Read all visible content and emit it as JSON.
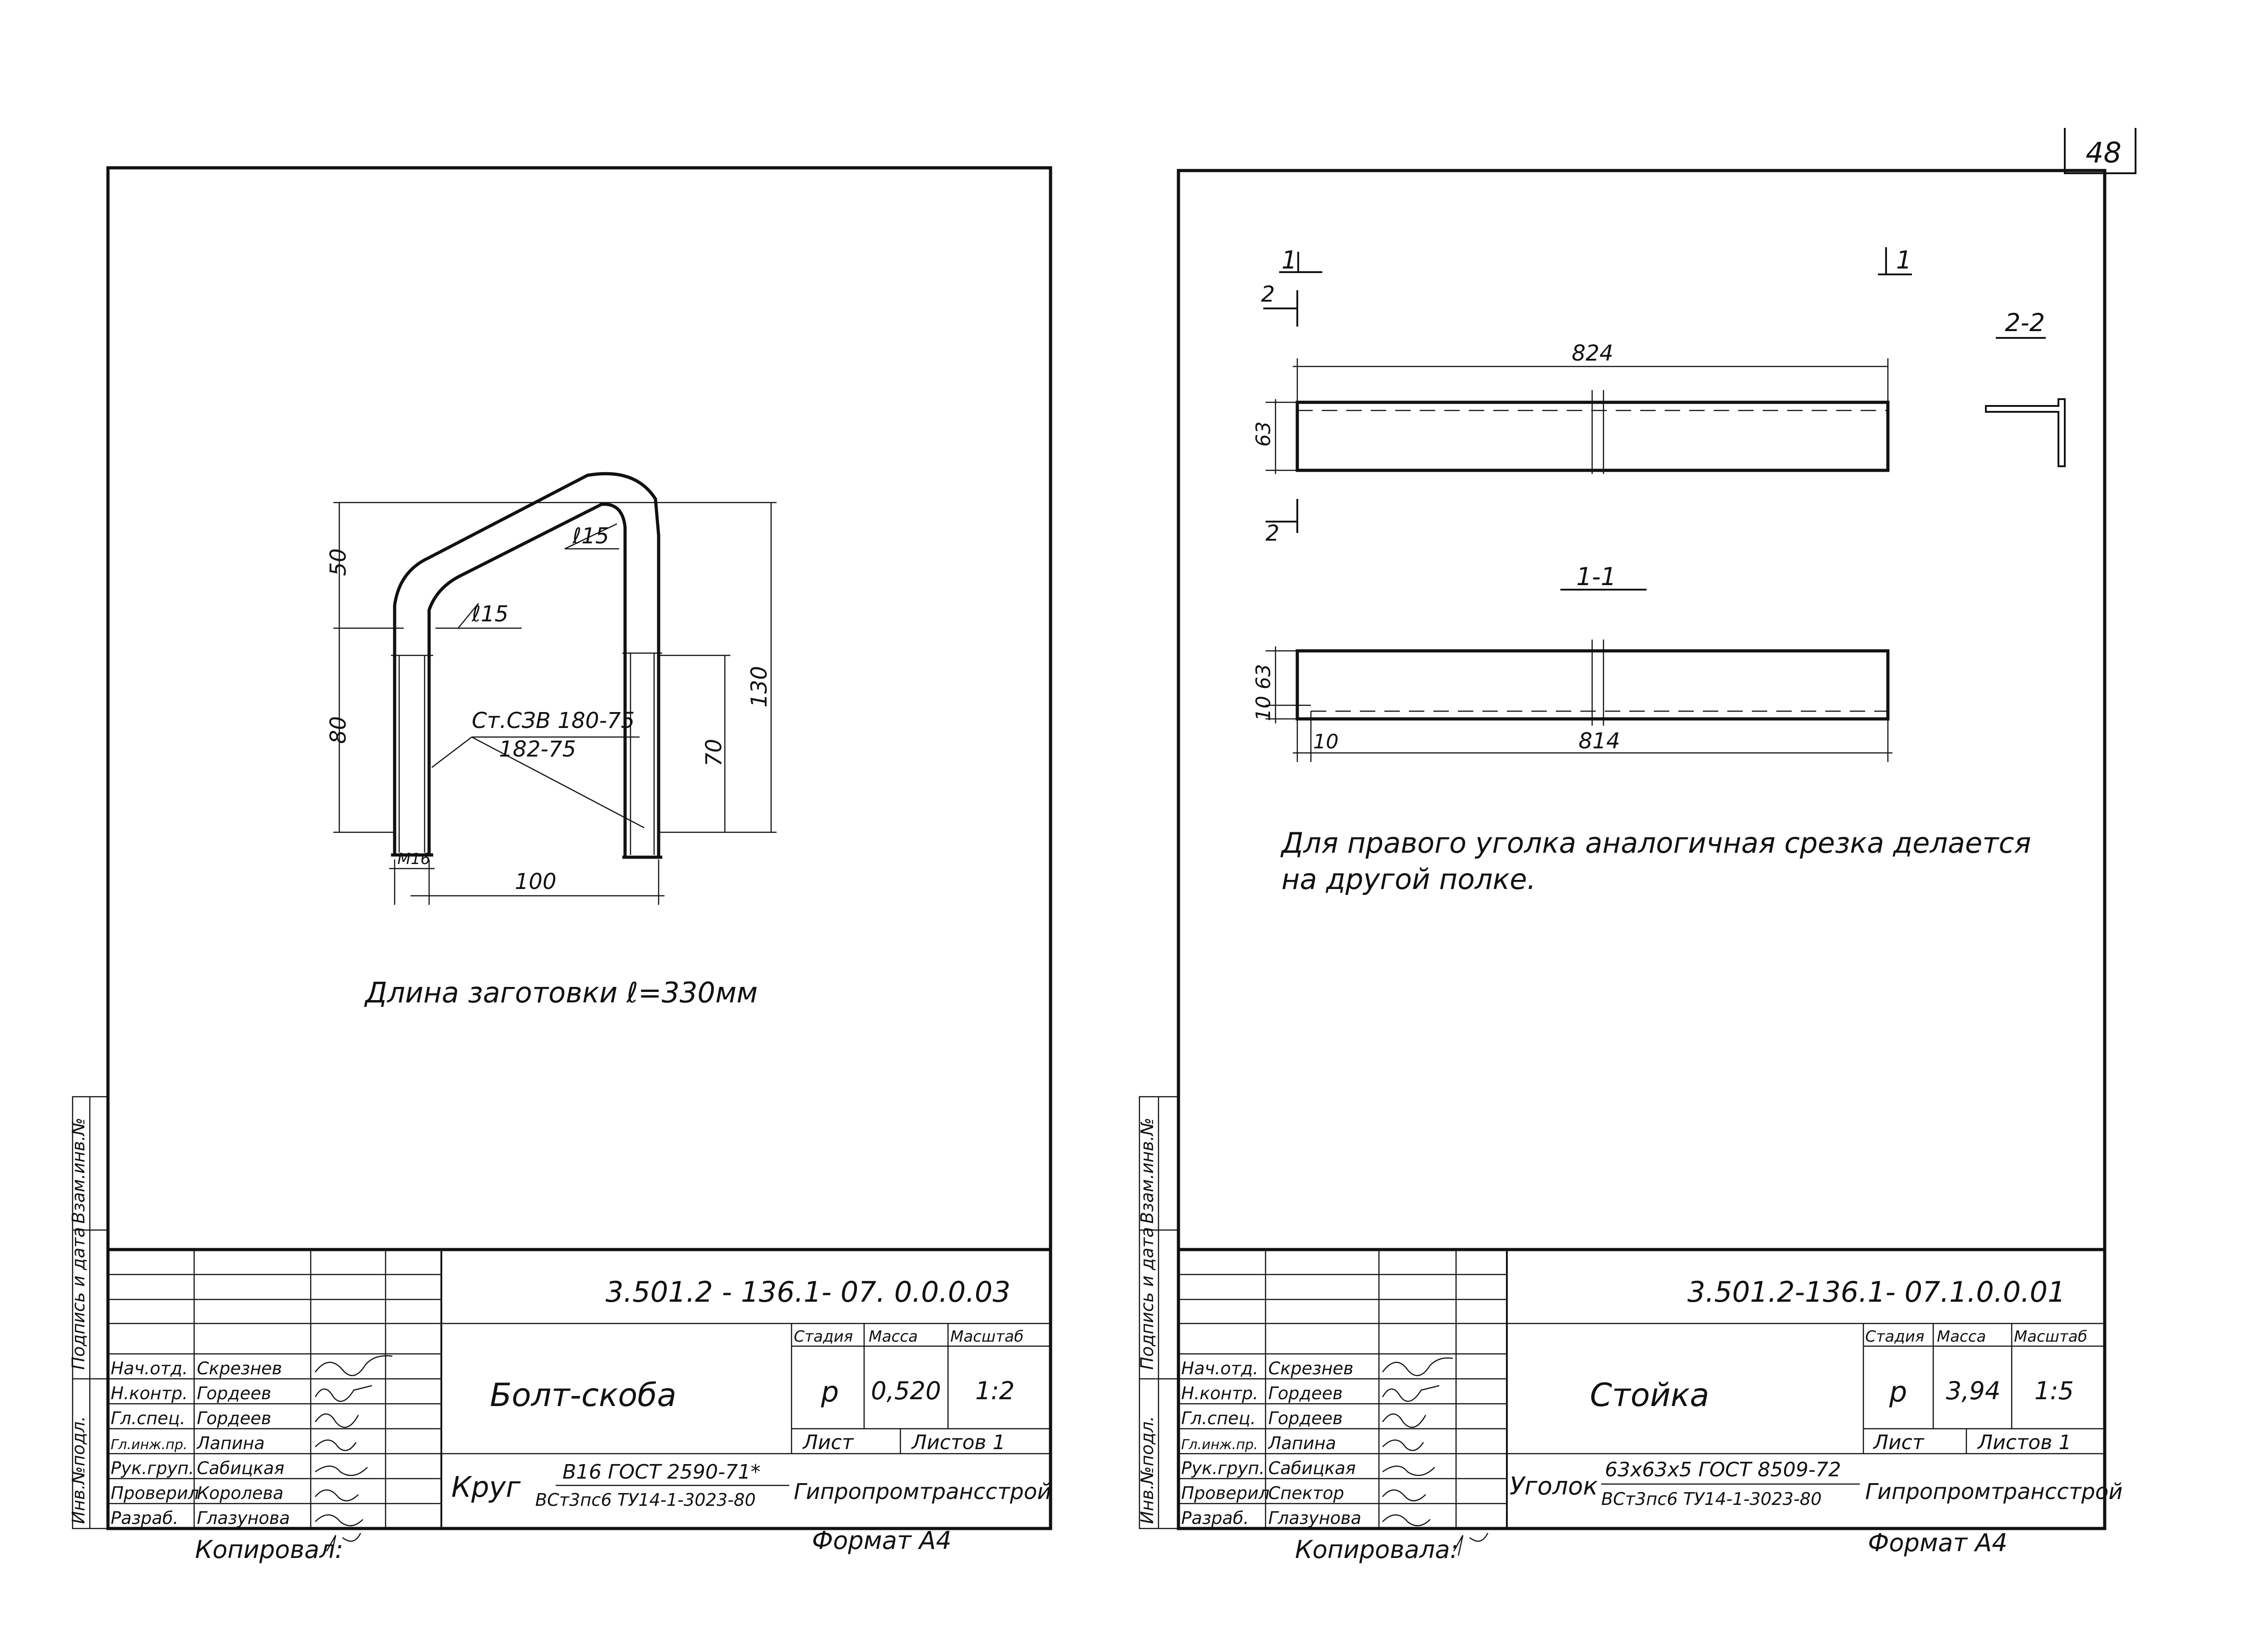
{
  "page_number": "48",
  "left_sheet": {
    "dims": {
      "h50": "50",
      "h80": "80",
      "h130": "130",
      "h70": "70",
      "w100": "100",
      "m16": "М16",
      "r15_top": "ℓ15",
      "r15_mid": "ℓ15"
    },
    "material_label": {
      "line1": "Ст.СЗВ 180-75",
      "line2": "182-75"
    },
    "blank_length": "Длина заготовки ℓ=330мм",
    "title_block": {
      "designation": "3.501.2 - 136.1- 07. 0.0.0.03",
      "title": "Болт-скоба",
      "stage_header": "Стадия",
      "mass_header": "Масса",
      "scale_header": "Масштаб",
      "stage": "р",
      "mass": "0,520",
      "scale": "1:2",
      "sheet_label": "Лист",
      "sheets_label": "Листов 1",
      "material_name": "Круг",
      "material_std_1": "В16 ГОСТ 2590-71*",
      "material_std_2": "ВСт3пс6 ТУ14-1-3023-80",
      "organization": "Гипропромтрансстрой",
      "roles": [
        "Нач.отд.",
        "Н.контр.",
        "Гл.спец.",
        "Гл.инж.пр.",
        "Рук.груп.",
        "Проверил",
        "Разраб."
      ],
      "names": [
        "Скрезнев",
        "Гордеев",
        "Гордеев",
        "Лапина",
        "Сабицкая",
        "Королева",
        "Глазунова"
      ],
      "copied_by": "Копировал:",
      "format": "Формат А4"
    },
    "side_labels": {
      "inv_podl": "Инв.№подл.",
      "sign_date": "Подпись и дата",
      "vzam_inv": "Взам.инв.№"
    }
  },
  "right_sheet": {
    "section_marks": {
      "mark_1_left": "1",
      "mark_1_right": "1",
      "mark_2_top": "2",
      "mark_2_bottom": "2",
      "section_2_2": "2-2",
      "section_1_1": "1-1"
    },
    "dims": {
      "l824": "824",
      "h63_top": "63",
      "h10_63": "10  63",
      "w10": "10",
      "l814": "814"
    },
    "note_line1": "Для правого уголка аналогичная срезка делается",
    "note_line2": "на другой  полке.",
    "title_block": {
      "designation": "3.501.2-136.1- 07.1.0.0.01",
      "title": "Стойка",
      "stage_header": "Стадия",
      "mass_header": "Масса",
      "scale_header": "Масштаб",
      "stage": "р",
      "mass": "3,94",
      "scale": "1:5",
      "sheet_label": "Лист",
      "sheets_label": "Листов 1",
      "material_name": "Уголок",
      "material_std_1": "63x63x5 ГОСТ 8509-72",
      "material_std_2": "ВСт3пс6 ТУ14-1-3023-80",
      "organization": "Гипропромтрансстрой",
      "roles": [
        "Нач.отд.",
        "Н.контр.",
        "Гл.спец.",
        "Гл.инж.пр.",
        "Рук.груп.",
        "Проверил",
        "Разраб."
      ],
      "names": [
        "Скрезнев",
        "Гордеев",
        "Гордеев",
        "Лапина",
        "Сабицкая",
        "Спектор",
        "Глазунова"
      ],
      "copied_by": "Копировала:",
      "format": "Формат А4"
    },
    "side_labels": {
      "inv_podl": "Инв.№подл.",
      "sign_date": "Подпись и дата",
      "vzam_inv": "Взам.инв.№"
    }
  }
}
